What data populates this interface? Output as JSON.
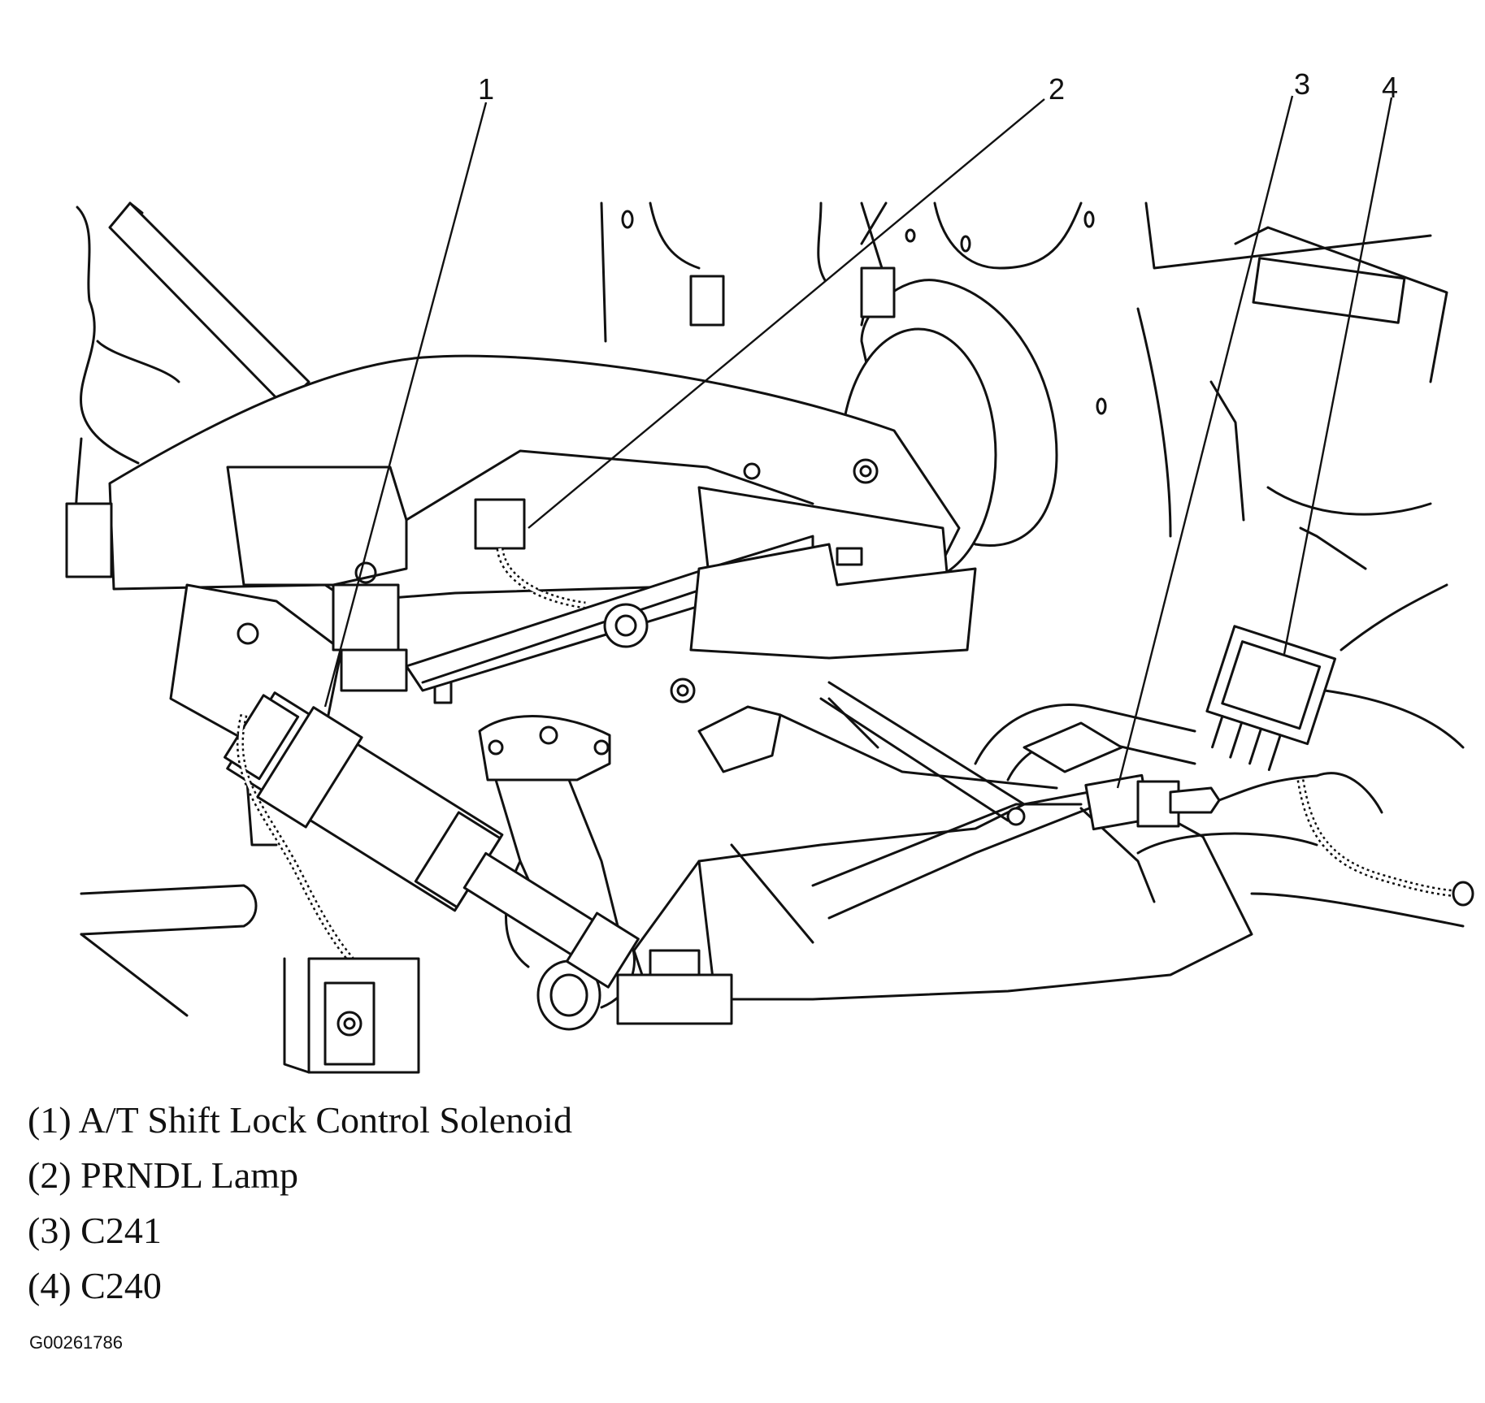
{
  "callouts": [
    {
      "number": "1"
    },
    {
      "number": "2"
    },
    {
      "number": "3"
    },
    {
      "number": "4"
    }
  ],
  "legend": [
    {
      "text": "(1) A/T Shift Lock Control Solenoid"
    },
    {
      "text": "(2) PRNDL Lamp"
    },
    {
      "text": "(3) C241"
    },
    {
      "text": "(4) C240"
    }
  ],
  "figure_id": "G00261786"
}
